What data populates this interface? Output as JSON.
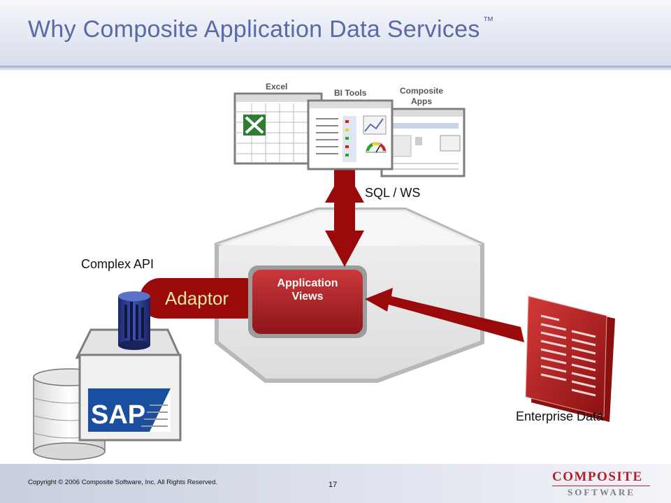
{
  "slide": {
    "title": "Why Composite Application Data Services",
    "trademark": "™"
  },
  "consumers": {
    "excel_label": "Excel",
    "bi_tools_label": "BI Tools",
    "composite_apps_label_line1": "Composite",
    "composite_apps_label_line2": "Apps"
  },
  "protocol_label": "SQL / WS",
  "complex_api_label": "Complex API",
  "adaptor_label": "Adaptor",
  "views_label_line1": "Application",
  "views_label_line2": "Views",
  "sap_logo_text": "SAP",
  "enterprise_data_label": "Enterprise Data",
  "footer": {
    "copyright": "Copyright © 2006 Composite Software, Inc. All Rights Reserved.",
    "page_number": "17",
    "logo_top": "COMPOSITE",
    "logo_bottom": "SOFTWARE"
  },
  "colors": {
    "title_blue": "#5a6aa6",
    "arrow_red": "#9b0a0a",
    "views_red": "#b0262c",
    "cube_gray": "#e6e6e6",
    "logo_red": "#b0202a"
  }
}
